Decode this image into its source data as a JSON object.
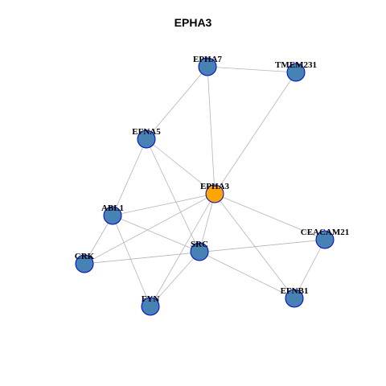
{
  "title": "EPHA3",
  "colors": {
    "node_fill": "#4682B4",
    "node_stroke": "#0000CD",
    "hub_fill": "#FFA500",
    "hub_stroke": "#0000CD",
    "edge": "#B4B4B4"
  },
  "nodes": [
    {
      "id": "EPHA7",
      "label": "EPHA7",
      "hub": false
    },
    {
      "id": "TMEM231",
      "label": "TMEM231",
      "hub": false
    },
    {
      "id": "EFNA5",
      "label": "EFNA5",
      "hub": false
    },
    {
      "id": "EPHA3",
      "label": "EPHA3",
      "hub": true
    },
    {
      "id": "ABL1",
      "label": "ABL1",
      "hub": false
    },
    {
      "id": "CEACAM21",
      "label": "CEACAM21",
      "hub": false
    },
    {
      "id": "CRK",
      "label": "CRK",
      "hub": false
    },
    {
      "id": "SRC",
      "label": "SRC",
      "hub": false
    },
    {
      "id": "EFNB1",
      "label": "EFNB1",
      "hub": false
    },
    {
      "id": "FYN",
      "label": "FYN",
      "hub": false
    }
  ],
  "edges": [
    [
      "EPHA7",
      "TMEM231"
    ],
    [
      "EPHA7",
      "EFNA5"
    ],
    [
      "EPHA7",
      "EPHA3"
    ],
    [
      "TMEM231",
      "EPHA3"
    ],
    [
      "EFNA5",
      "EPHA3"
    ],
    [
      "EFNA5",
      "ABL1"
    ],
    [
      "EFNA5",
      "SRC"
    ],
    [
      "EPHA3",
      "ABL1"
    ],
    [
      "EPHA3",
      "CRK"
    ],
    [
      "EPHA3",
      "SRC"
    ],
    [
      "EPHA3",
      "FYN"
    ],
    [
      "EPHA3",
      "CEACAM21"
    ],
    [
      "EPHA3",
      "EFNB1"
    ],
    [
      "ABL1",
      "CRK"
    ],
    [
      "ABL1",
      "SRC"
    ],
    [
      "ABL1",
      "FYN"
    ],
    [
      "CRK",
      "CEACAM21"
    ],
    [
      "SRC",
      "FYN"
    ],
    [
      "SRC",
      "EFNB1"
    ],
    [
      "CEACAM21",
      "EFNB1"
    ]
  ]
}
